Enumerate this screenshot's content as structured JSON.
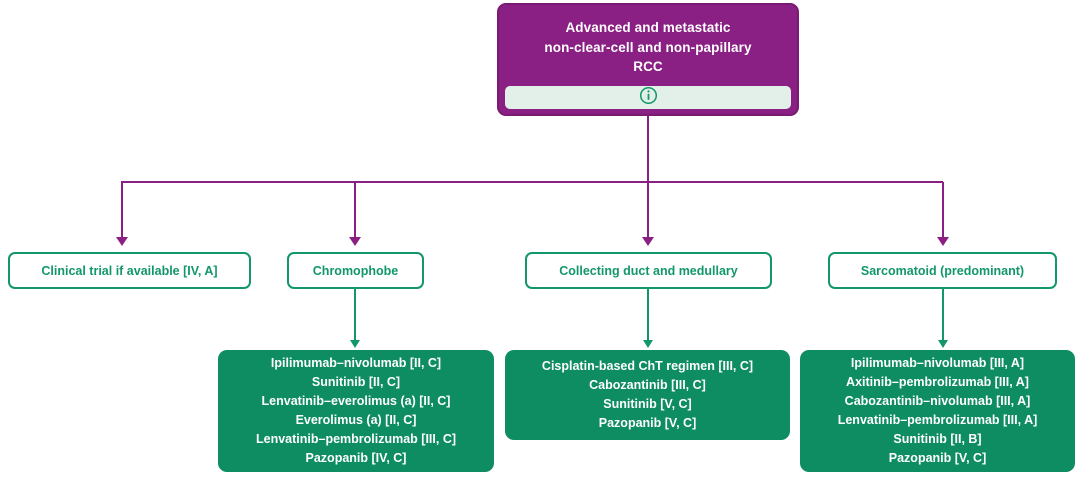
{
  "diagram": {
    "type": "clinical-treatment-algorithm",
    "colors": {
      "purple": "#8B2084",
      "purple_border": "#7A1B73",
      "green": "#12976A",
      "green_fill": "#0E8C62",
      "info_strip_bg": "#E3F0EA",
      "white": "#FFFFFF"
    },
    "root": {
      "title": "Advanced and metastatic non-clear-cell and non-papillary RCC",
      "title_lines": [
        "Advanced and metastatic",
        "non-clear-cell and non-papillary",
        "RCC"
      ],
      "info_icon": "info-circle-icon"
    },
    "branches": [
      {
        "id": "clinical-trial",
        "label": "Clinical trial if available [IV, A]",
        "treatments": []
      },
      {
        "id": "chromophobe",
        "label": "Chromophobe",
        "treatments": [
          "Ipilimumab–nivolumab [II, C]",
          "Sunitinib [II, C]",
          "Lenvatinib–everolimus (a) [II, C]",
          "Everolimus (a) [II, C]",
          "Lenvatinib–pembrolizumab [III, C]",
          "Pazopanib [IV, C]"
        ]
      },
      {
        "id": "collecting-duct-and-medullary",
        "label": "Collecting duct and medullary",
        "treatments": [
          "Cisplatin-based ChT regimen [III, C]",
          "Cabozantinib [III, C]",
          "Sunitinib [V, C]",
          "Pazopanib [V, C]"
        ]
      },
      {
        "id": "sarcomatoid-predominant",
        "label": "Sarcomatoid (predominant)",
        "treatments": [
          "Ipilimumab–nivolumab [III, A]",
          "Axitinib–pembrolizumab [III, A]",
          "Cabozantinib–nivolumab [III, A]",
          "Lenvatinib–pembrolizumab [III, A]",
          "Sunitinib [II, B]",
          "Pazopanib [V, C]"
        ]
      }
    ]
  }
}
